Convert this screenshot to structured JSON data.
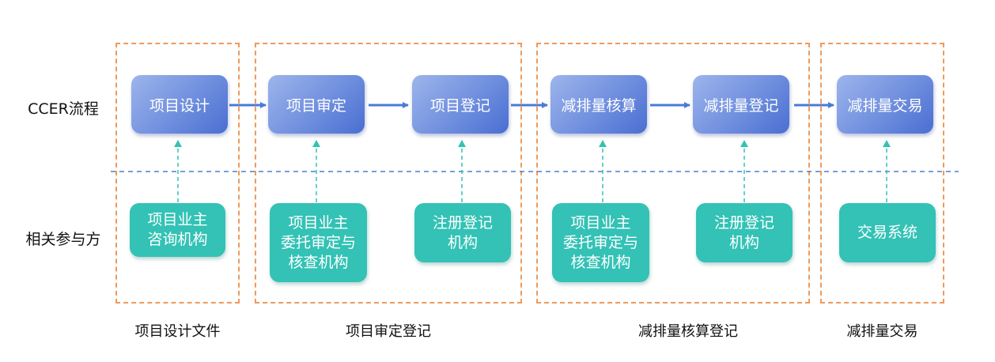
{
  "row_labels": {
    "process": "CCER流程",
    "parties": "相关参与方"
  },
  "groups": [
    "项目设计文件",
    "项目审定登记",
    "减排量核算登记",
    "减排量交易"
  ],
  "process_steps": [
    "项目设计",
    "项目审定",
    "项目登记",
    "减排量核算",
    "减排量登记",
    "减排量交易"
  ],
  "parties": [
    "项目业主\n咨询机构",
    "项目业主\n委托审定与\n核查机构",
    "注册登记\n机构",
    "项目业主\n委托审定与\n核查机构",
    "注册登记\n机构",
    "交易系统"
  ],
  "colors": {
    "process_box": "#5a7fd8",
    "party_box": "#33c2b5",
    "group_border": "#ef9a5a",
    "divider": "#4a7fd0",
    "dashed_link": "#33c2b5",
    "arrow": "#4a7bd8"
  }
}
